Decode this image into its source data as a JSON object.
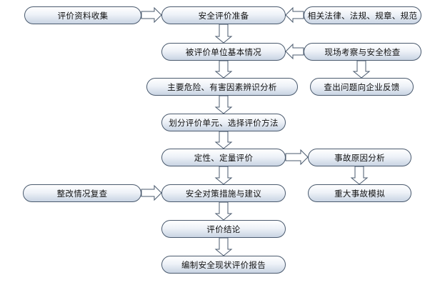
{
  "flowchart": {
    "nodes": {
      "collect_materials": "评价资料收集",
      "safety_prep": "安全评价准备",
      "laws_regs": "相关法律、法规、规章、规范",
      "unit_basic_info": "被评价单位基本情况",
      "site_inspection": "现场考察与安全检查",
      "hazard_identification": "主要危险、有害因素辨识分析",
      "feedback": "查出问题向企业反馈",
      "divide_units": "划分评价单元、选择评价方法",
      "qual_quant_eval": "定性、定量评价",
      "accident_cause": "事故原因分析",
      "rectify_review": "整改情况复查",
      "measures_suggestions": "安全对策措施与建议",
      "major_accident_sim": "重大事故模拟",
      "conclusion": "评价结论",
      "report": "编制安全现状评价报告"
    },
    "colors": {
      "border": "#4a5a6e",
      "fill_top": "#ffffff",
      "fill_bottom": "#c9d4e3",
      "arrow_fill": "#ffffff",
      "arrow_stroke": "#4a5a6e"
    }
  }
}
